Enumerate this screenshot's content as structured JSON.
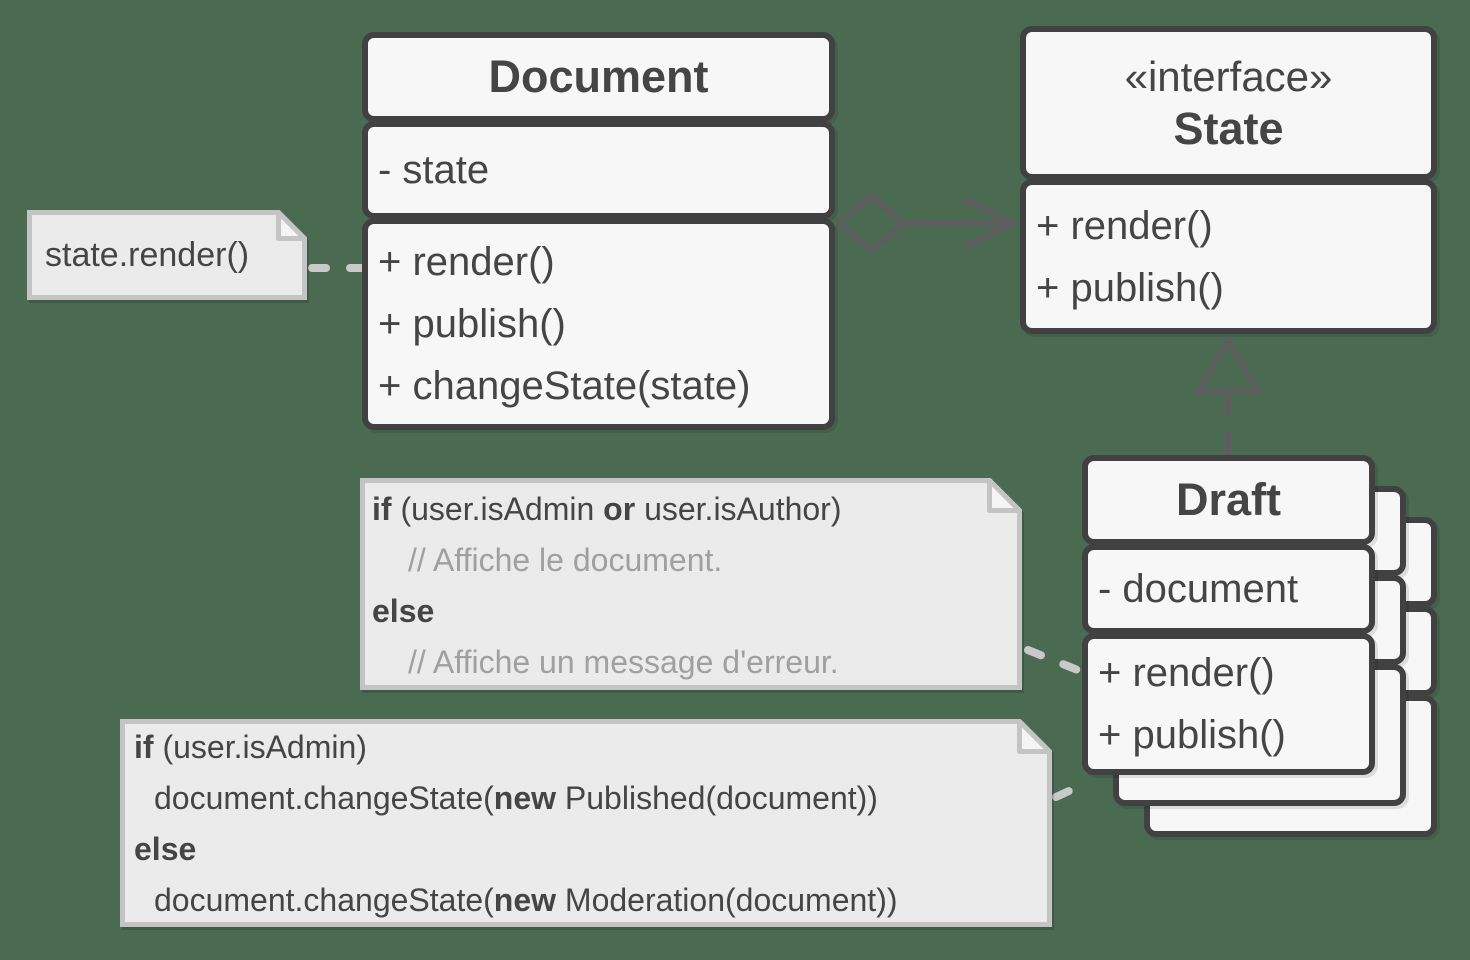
{
  "diagram_title": "State pattern UML diagram",
  "colors": {
    "bg": "#4A6A52",
    "box-fill": "#F7F7F7",
    "box-border": "#414141",
    "text": "#454545",
    "note-fill": "#EBEBEB",
    "note-border": "#C4C4C4",
    "note-flap": "#F5F5F5",
    "muted": "#9FA09F",
    "dash": "#C9C9C9",
    "uml": "#5D5D5D"
  },
  "classes": {
    "document": {
      "title": "Document",
      "fields": [
        "- state"
      ],
      "methods": [
        "+ render()",
        "+ publish()",
        "+ changeState(state)"
      ]
    },
    "state": {
      "stereotype": "«interface»",
      "title": "State",
      "methods": [
        "+ render()",
        "+ publish()"
      ]
    },
    "draft": {
      "title": "Draft",
      "fields": [
        "- document"
      ],
      "methods": [
        "+ render()",
        "+ publish()"
      ]
    }
  },
  "notes": {
    "state_render": {
      "text": "state.render()"
    },
    "render_logic": {
      "lines": [
        [
          {
            "text": "if",
            "bold": true
          },
          {
            "text": " (user.isAdmin "
          },
          {
            "text": "or",
            "bold": true
          },
          {
            "text": " user.isAuthor)"
          }
        ],
        [
          {
            "text": "// Affiche le document.",
            "muted": true,
            "indent": 2
          }
        ],
        [
          {
            "text": "else",
            "bold": true
          }
        ],
        [
          {
            "text": "// Affiche un message d'erreur.",
            "muted": true,
            "indent": 2
          }
        ]
      ]
    },
    "publish_logic": {
      "lines": [
        [
          {
            "text": "if",
            "bold": true
          },
          {
            "text": " (user.isAdmin)"
          }
        ],
        [
          {
            "text": "document.changeState(",
            "indent": 1
          },
          {
            "text": "new",
            "bold": true
          },
          {
            "text": " Published(document))"
          }
        ],
        [
          {
            "text": "else",
            "bold": true
          }
        ],
        [
          {
            "text": "document.changeState(",
            "indent": 1
          },
          {
            "text": "new",
            "bold": true
          },
          {
            "text": " Moderation(document))"
          }
        ]
      ]
    }
  },
  "relations": {
    "aggregation": "Document ◇—▷ State",
    "realization": "Draft ▷ State (implements)"
  }
}
